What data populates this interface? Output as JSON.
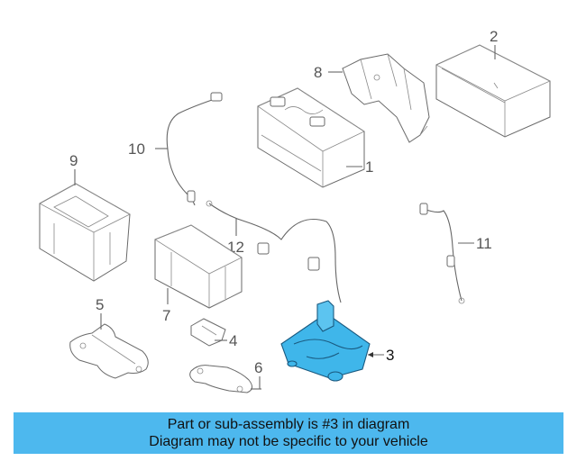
{
  "diagram": {
    "callouts": {
      "c1": "1",
      "c2": "2",
      "c3": "3",
      "c4": "4",
      "c5": "5",
      "c6": "6",
      "c7": "7",
      "c8": "8",
      "c9": "9",
      "c10": "10",
      "c11": "11",
      "c12": "12"
    },
    "highlighted_part": "3",
    "colors": {
      "highlight": "#3fb6ea",
      "banner": "#4db8ee",
      "line": "#666666"
    }
  },
  "banner": {
    "line1": "Part or sub-assembly is #3 in diagram",
    "line2": "Diagram may not be specific to your vehicle"
  }
}
